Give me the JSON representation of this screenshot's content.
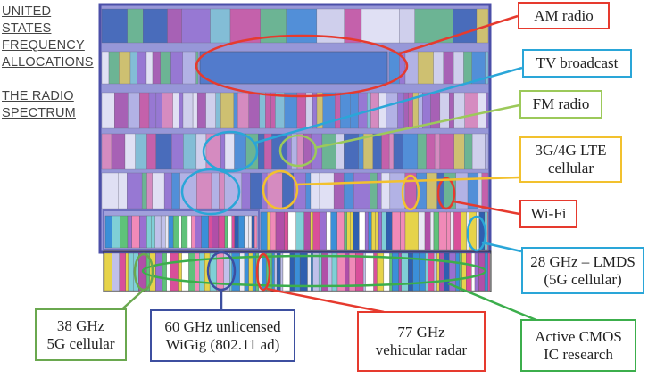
{
  "title": {
    "line1": "UNITED",
    "line2": "STATES",
    "line3": "FREQUENCY",
    "line4": "ALLOCATIONS",
    "line5": "THE RADIO",
    "line6": "SPECTRUM"
  },
  "callouts": {
    "am_radio": {
      "label": "AM radio",
      "color": "#e63a2e"
    },
    "tv_broadcast": {
      "label": "TV broadcast",
      "color": "#2aa6d8"
    },
    "fm_radio": {
      "label": "FM radio",
      "color": "#9cc95a"
    },
    "lte": {
      "line1": "3G/4G LTE",
      "line2": "cellular",
      "color": "#f2c12e"
    },
    "wifi": {
      "label": "Wi-Fi",
      "color": "#e63a2e"
    },
    "lmds": {
      "line1": "28 GHz – LMDS",
      "line2": "(5G cellular)",
      "color": "#2aa6d8"
    },
    "g38": {
      "line1": "38 GHz",
      "line2": "5G cellular",
      "color": "#6aa84f"
    },
    "wigig": {
      "line1": "60 GHz unlicensed",
      "line2": "WiGig (802.11 ad)",
      "color": "#3d4fa0"
    },
    "radar": {
      "line1": "77 GHz",
      "line2": "vehicular radar",
      "color": "#e63a2e"
    },
    "cmos": {
      "line1": "Active CMOS",
      "line2": "IC research",
      "color": "#3cae4c"
    }
  },
  "colors": {
    "chart_frame": "#4b4fa8",
    "chart_tint": "#8f8fd8"
  }
}
